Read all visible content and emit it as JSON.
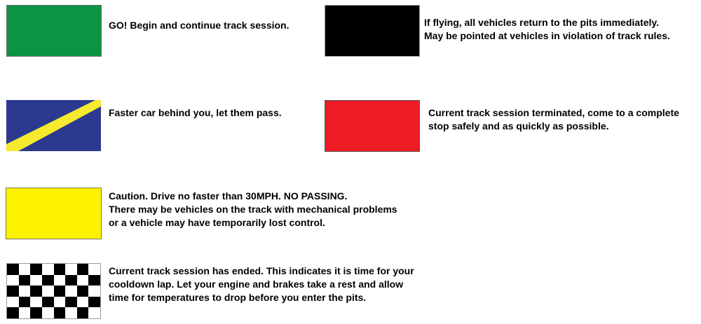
{
  "flags": [
    {
      "id": "green",
      "name": "Green flag",
      "color": "#0c9444",
      "lines": [
        "GO!  Begin and continue track session."
      ]
    },
    {
      "id": "black",
      "name": "Black flag",
      "color": "#000000",
      "lines": [
        "If flying, all vehicles return to the pits immediately.",
        "May be pointed at vehicles in violation of track rules."
      ]
    },
    {
      "id": "blue",
      "name": "Blue flag with yellow stripe",
      "color": "#2b3990",
      "stripe_color": "#f5ea2d",
      "lines": [
        "Faster car behind you, let them pass."
      ]
    },
    {
      "id": "red",
      "name": "Red flag",
      "color": "#ed1c24",
      "lines": [
        "Current track session terminated, come to a complete",
        "stop safely and as quickly as possible."
      ]
    },
    {
      "id": "yellow",
      "name": "Yellow flag",
      "color": "#fff200",
      "lines": [
        "Caution.  Drive no faster than 30MPH.  NO PASSING.",
        "There may be vehicles on the track with mechanical problems",
        "or a vehicle may have temporarily lost control."
      ]
    },
    {
      "id": "checkered",
      "name": "Checkered flag",
      "pattern": {
        "columns": 8,
        "rows": 5,
        "colors": [
          "#000000",
          "#ffffff"
        ]
      },
      "lines": [
        "Current track session has ended.  This indicates it is time for your",
        "cooldown lap.  Let your engine and brakes take a rest and allow",
        "time for temperatures to drop before you enter the pits."
      ]
    }
  ]
}
